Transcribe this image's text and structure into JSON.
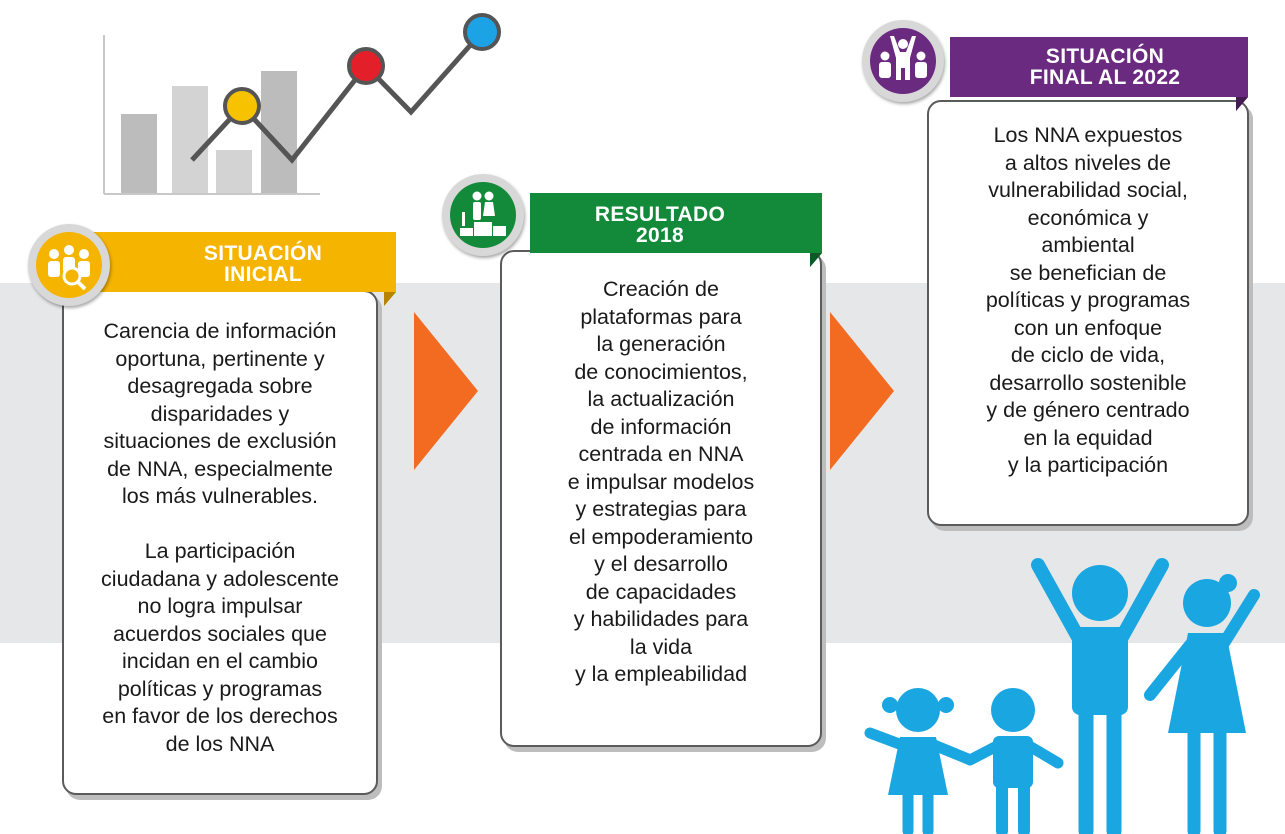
{
  "colors": {
    "yellow": "#f5b400",
    "green": "#138a3a",
    "purple": "#6a2a80",
    "orange": "#f26b21",
    "blue": "#1aa6e0",
    "dot_yellow": "#f7c300",
    "dot_red": "#e3202a",
    "dot_blue": "#1ba3e6"
  },
  "stages": [
    {
      "banner": "SITUACIÓN\nINICIAL",
      "icon": "children-search-icon",
      "text": "Carencia de información\noportuna, pertinente y\ndesagregada sobre\ndisparidades y\nsituaciones de exclusión\nde NNA, especialmente\nlos más vulnerables.\n\nLa  participación\nciudadana y adolescente\nno logra  impulsar\nacuerdos sociales que\nincidan en el cambio\npolíticas y programas\nen favor de los derechos\nde los NNA"
    },
    {
      "banner": "RESULTADO\n2018",
      "icon": "podium-people-icon",
      "text": "Creación de\nplataformas para\nla generación\nde conocimientos,\nla actualización\nde información\ncentrada en NNA\ne impulsar modelos\ny estrategias para\nel empoderamiento\ny el desarrollo\nde capacidades\ny habilidades para\nla vida\ny la empleabilidad"
    },
    {
      "banner": "SITUACIÓN\nFINAL AL 2022",
      "icon": "family-cheering-icon",
      "text": "Los NNA expuestos\na altos niveles de\nvulnerabilidad social,\neconómica y\nambiental\nse benefician de\npolíticas y programas\ncon un enfoque\nde ciclo de vida,\ndesarrollo sostenible\ny de género centrado\nen la equidad\ny la participación"
    }
  ]
}
